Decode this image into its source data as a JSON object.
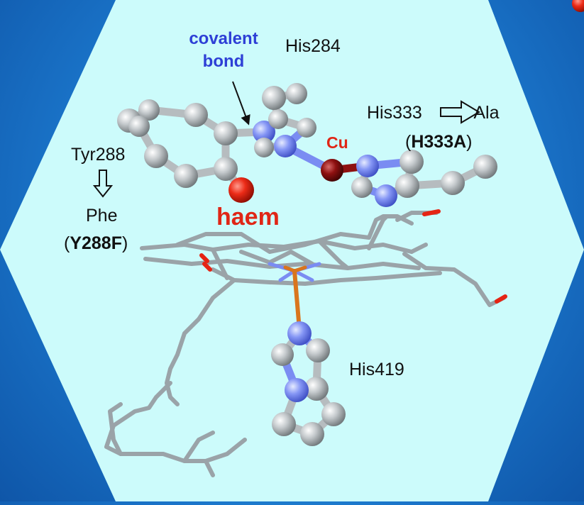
{
  "colors": {
    "background": "#1a74c9",
    "hexagon": "#ccfbfb",
    "carbon": "#b6bcbf",
    "nitrogen": "#7a8cf2",
    "oxygen": "#e52414",
    "copper": "#8e1010",
    "iron": "#d9751d",
    "label_blue": "#2e3fd6",
    "label_red": "#e02616"
  },
  "labels": {
    "covalent_line1": "covalent",
    "covalent_line2": "bond",
    "his284": "His284",
    "his333": "His333",
    "ala": "Ala",
    "h333a_open": "(",
    "h333a": "H333A",
    "h333a_close": ")",
    "cu": "Cu",
    "tyr288": "Tyr288",
    "phe": "Phe",
    "y288f_open": "(",
    "y288f": "Y288F",
    "y288f_close": ")",
    "haem": "haem",
    "his419": "His419"
  },
  "icons": {
    "down_arrow": "outline-down-arrow-icon",
    "right_arrow": "outline-right-arrow-icon",
    "pointer_arrow": "black-pointer-arrow-icon"
  }
}
